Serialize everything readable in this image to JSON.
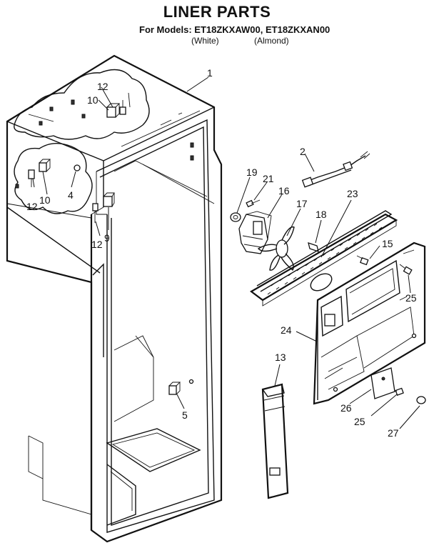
{
  "header": {
    "title": "LINER PARTS",
    "models": "For Models: ET18ZKXAW00, ET18ZKXAN00",
    "color_white": "(White)",
    "color_almond": "(Almond)"
  },
  "callouts": {
    "c1": "1",
    "c2": "2",
    "c4": "4",
    "c5": "5",
    "c9": "9",
    "c10a": "10",
    "c10b": "10",
    "c12a": "12",
    "c12b": "12",
    "c12c": "12",
    "c13": "13",
    "c15": "15",
    "c16": "16",
    "c17": "17",
    "c18": "18",
    "c19": "19",
    "c21": "21",
    "c23": "23",
    "c24": "24",
    "c25a": "25",
    "c25b": "25",
    "c26": "26",
    "c27": "27"
  }
}
